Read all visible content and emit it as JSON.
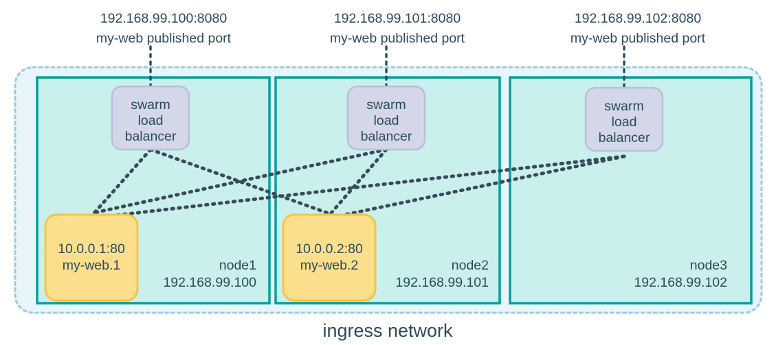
{
  "diagram": {
    "title": "ingress network",
    "network": {
      "label": "ingress network",
      "fill": "#e8f6fb",
      "border_color": "#9dc9e2",
      "border_style": "dotted"
    },
    "colors": {
      "node_fill": "#c9f0ec",
      "node_border": "#00a19b",
      "lb_fill": "#d3d7e8",
      "lb_border": "#b9bfd8",
      "container_fill": "#fcdf8c",
      "container_border": "#f6c343",
      "text": "#2e4a5c",
      "connector": "#3a4a5c"
    },
    "published_ports": [
      {
        "address": "192.168.99.100:8080",
        "description": "my-web published port"
      },
      {
        "address": "192.168.99.101:8080",
        "description": "my-web published port"
      },
      {
        "address": "192.168.99.102:8080",
        "description": "my-web published port"
      }
    ],
    "load_balancer": {
      "line1": "swarm",
      "line2": "load",
      "line3": "balancer"
    },
    "nodes": [
      {
        "name": "node1",
        "ip": "192.168.99.100",
        "has_container": true,
        "container": {
          "address": "10.0.0.1:80",
          "task": "my-web.1"
        }
      },
      {
        "name": "node2",
        "ip": "192.168.99.101",
        "has_container": true,
        "container": {
          "address": "10.0.0.2:80",
          "task": "my-web.2"
        }
      },
      {
        "name": "node3",
        "ip": "192.168.99.102",
        "has_container": false,
        "container": null
      }
    ]
  }
}
